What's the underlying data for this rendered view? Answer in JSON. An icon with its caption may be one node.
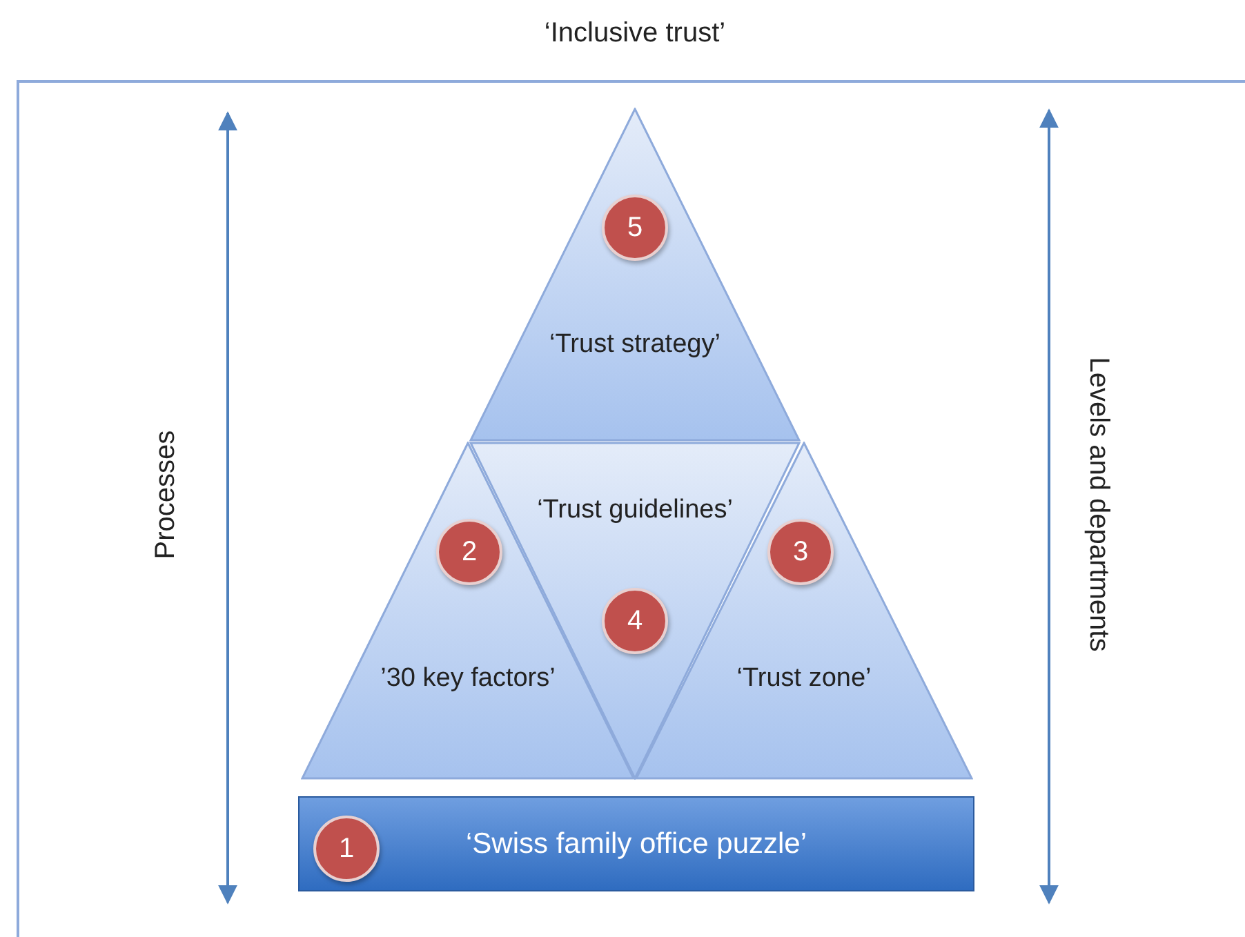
{
  "diagram": {
    "nodes": [
      {
        "text": [
          "‘Inclusive trust’"
        ]
      },
      {
        "text": [
          "‘Trust strategy’"
        ],
        "in": 0
      },
      {
        "text": [
          "5"
        ],
        "in": 1
      },
      {
        "text": [
          "’30 key factors’"
        ],
        "in": 0
      },
      {
        "text": [
          "2"
        ],
        "in": 3
      },
      {
        "text": [
          "‘Trust guidelines’"
        ],
        "in": 0
      },
      {
        "text": [
          "4"
        ],
        "in": 5
      },
      {
        "text": [
          "‘Trust zone’"
        ],
        "in": 0
      },
      {
        "text": [
          "3"
        ],
        "in": 7
      },
      {
        "text": [
          "‘Swiss family office puzzle’"
        ],
        "in": 0
      },
      {
        "text": [
          "1"
        ],
        "in": 9
      }
    ],
    "labels": [
      "Processes",
      "Levels and departments"
    ]
  }
}
